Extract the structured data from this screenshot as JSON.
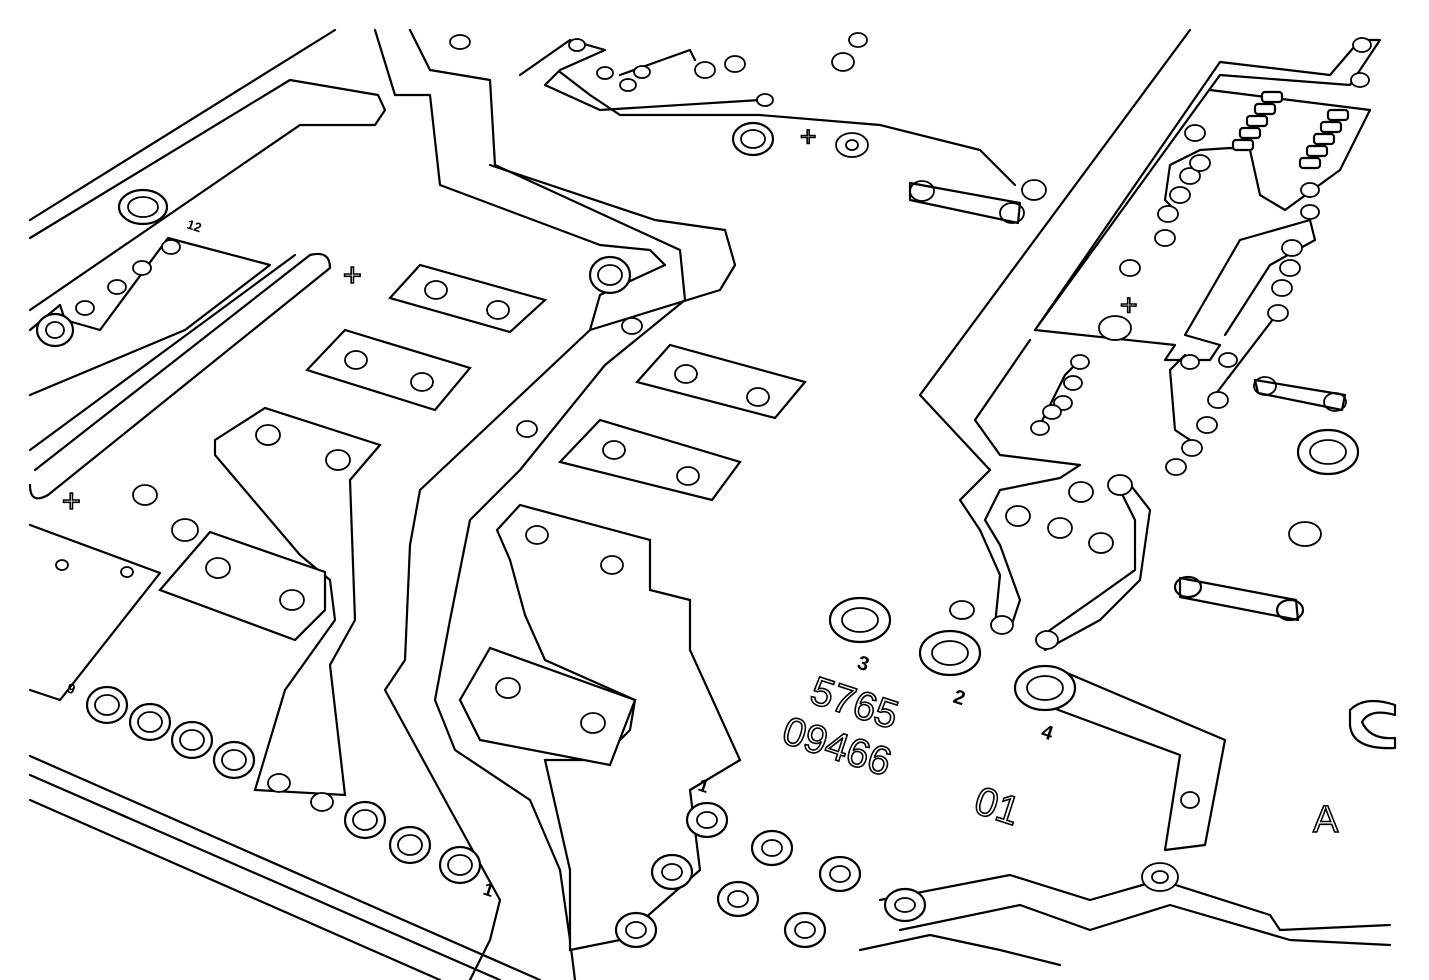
{
  "board": {
    "labels": {
      "pin_3": "3",
      "pin_2": "2",
      "pin_4": "4",
      "pin_1_lower": "1",
      "pin_1_right": "1",
      "pin_9": "9",
      "pin_12": "12",
      "code_top": "5765",
      "code_bottom": "09466",
      "code_small": "01",
      "letter_a": "A",
      "plus_signs": [
        "+",
        "+",
        "+",
        "+"
      ]
    }
  }
}
